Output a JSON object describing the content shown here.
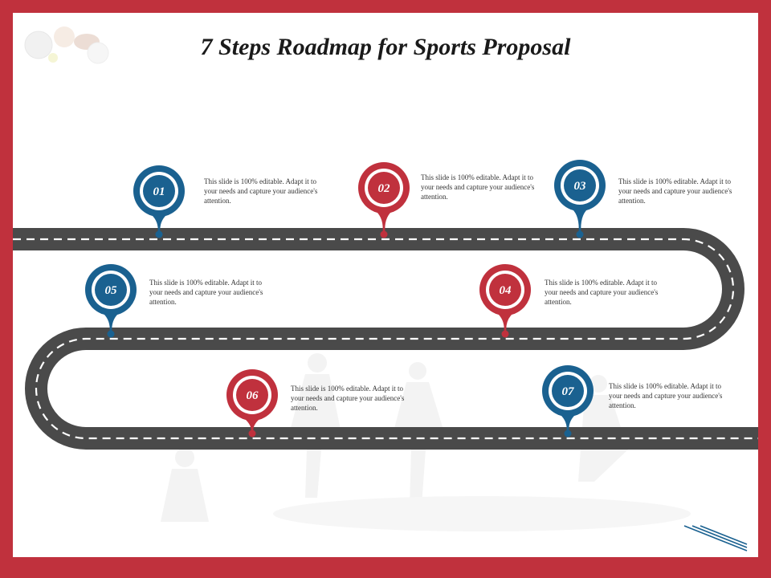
{
  "title": "7 Steps Roadmap for Sports Proposal",
  "colors": {
    "border": "#c0313d",
    "road": "#4a4a4a",
    "road_dash": "#ffffff",
    "blue": "#1a6190",
    "red": "#c0313d"
  },
  "steps": [
    {
      "number": "01",
      "text": "This slide is 100% editable. Adapt it to your needs and capture your audience's attention.",
      "color": "blue"
    },
    {
      "number": "02",
      "text": "This slide is 100% editable. Adapt it to your needs and capture your audience's attention.",
      "color": "red"
    },
    {
      "number": "03",
      "text": "This slide is 100% editable. Adapt it to your needs and capture your audience's attention.",
      "color": "blue"
    },
    {
      "number": "04",
      "text": "This slide is 100% editable. Adapt it to your needs and capture your audience's attention.",
      "color": "red"
    },
    {
      "number": "05",
      "text": "This slide is 100% editable. Adapt it to your needs and capture your audience's attention.",
      "color": "blue"
    },
    {
      "number": "06",
      "text": "This slide is 100% editable. Adapt it to your needs and capture your audience's attention.",
      "color": "red"
    },
    {
      "number": "07",
      "text": "This slide is 100% editable. Adapt it to your needs and capture your audience's attention.",
      "color": "blue"
    }
  ]
}
